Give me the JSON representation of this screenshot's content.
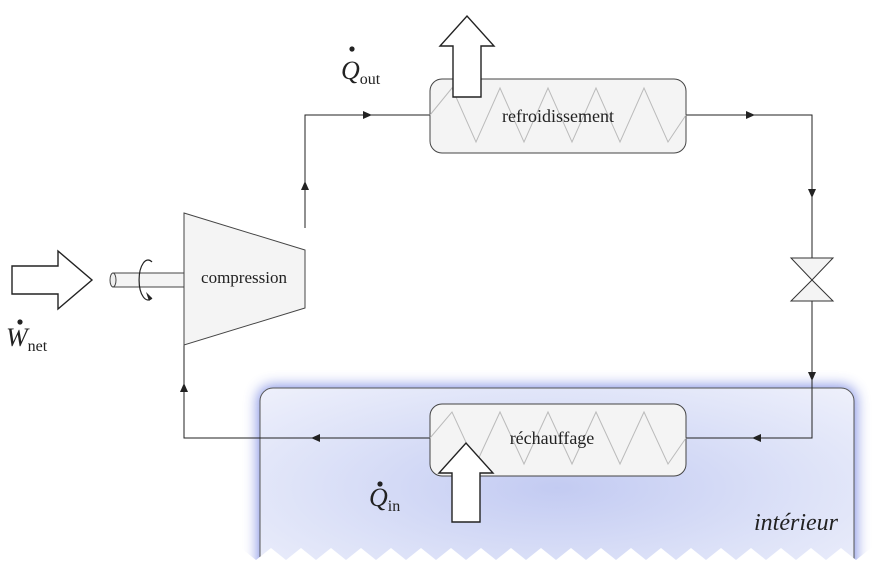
{
  "components": {
    "condenser_label": "refroidissement",
    "evaporator_label": "réchauffage",
    "compressor_label": "compression"
  },
  "region": {
    "label": "intérieur",
    "color": "#d6dcf6"
  },
  "energy": {
    "q_out": {
      "symbol": "Q",
      "sub": "out"
    },
    "q_in": {
      "symbol": "Q",
      "sub": "in"
    },
    "w_net": {
      "symbol": "W",
      "sub": "net"
    }
  },
  "colors": {
    "line": "#222222",
    "box_fill": "#f4f4f4",
    "region_glow": "#7f8fe6"
  }
}
